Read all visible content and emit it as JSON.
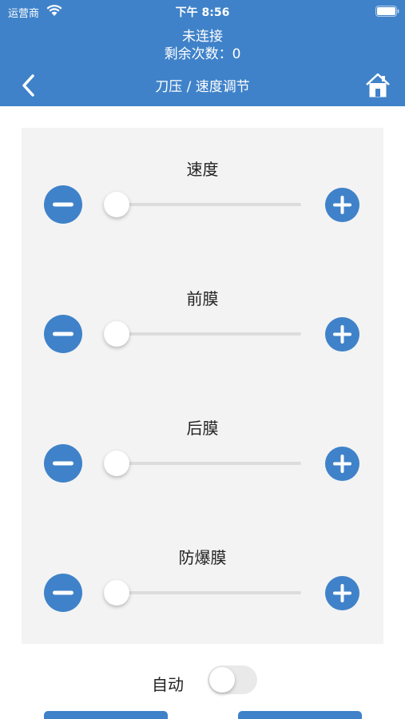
{
  "status_bar": {
    "carrier": "运营商",
    "time": "下午 8:56",
    "wifi_icon": "wifi-icon",
    "battery_icon": "battery-icon"
  },
  "header": {
    "connection_status": "未连接",
    "remaining_count": "剩余次数：0",
    "title": "刀压 / 速度调节",
    "back_icon": "chevron-left-icon",
    "home_icon": "home-icon",
    "background_color": "#3f82c9"
  },
  "controls": [
    {
      "label": "速度",
      "slider_value": 0,
      "decrease_icon": "minus-icon",
      "increase_icon": "plus-icon"
    },
    {
      "label": "前膜",
      "slider_value": 0,
      "decrease_icon": "minus-icon",
      "increase_icon": "plus-icon"
    },
    {
      "label": "后膜",
      "slider_value": 0,
      "decrease_icon": "minus-icon",
      "increase_icon": "plus-icon"
    },
    {
      "label": "防爆膜",
      "slider_value": 0,
      "decrease_icon": "minus-icon",
      "increase_icon": "plus-icon"
    }
  ],
  "auto": {
    "label": "自动",
    "enabled": false
  },
  "colors": {
    "accent": "#3f82c9",
    "panel": "#f3f3f3",
    "track": "#dcdcdc"
  }
}
